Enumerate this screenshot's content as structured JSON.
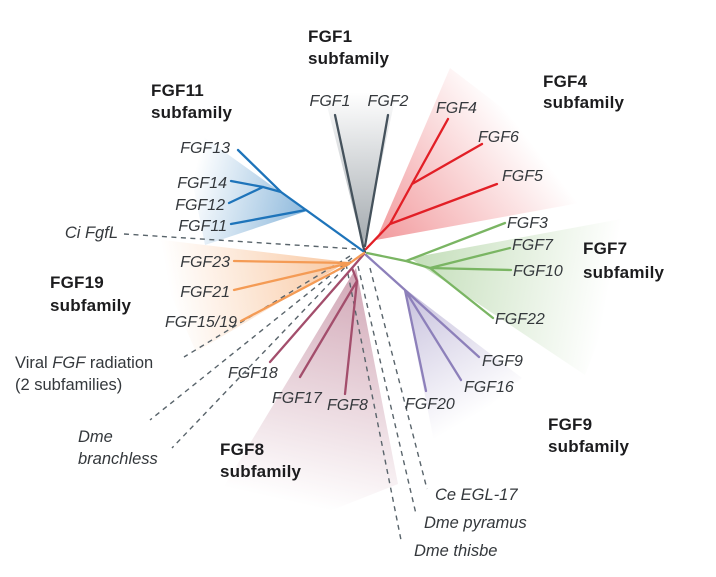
{
  "colors": {
    "background": "#ffffff",
    "gene_text": "#34383c",
    "heading_text": "#1c1c1e",
    "dashed_line": "#59646b"
  },
  "tree": {
    "subfamilies": [
      {
        "name": "FGF1",
        "suffix": "subfamily",
        "color": "#45525c",
        "genes": [
          "FGF1",
          "FGF2"
        ]
      },
      {
        "name": "FGF4",
        "suffix": "subfamily",
        "color": "#e21f26",
        "genes": [
          "FGF4",
          "FGF6",
          "FGF5"
        ]
      },
      {
        "name": "FGF7",
        "suffix": "subfamily",
        "color": "#7ab563",
        "genes": [
          "FGF3",
          "FGF7",
          "FGF10",
          "FGF22"
        ]
      },
      {
        "name": "FGF9",
        "suffix": "subfamily",
        "color": "#8d80ba",
        "genes": [
          "FGF9",
          "FGF16",
          "FGF20"
        ]
      },
      {
        "name": "FGF8",
        "suffix": "subfamily",
        "color": "#a34e6c",
        "genes": [
          "FGF18",
          "FGF17",
          "FGF8"
        ]
      },
      {
        "name": "FGF19",
        "suffix": "subfamily",
        "color": "#f49b55",
        "genes": [
          "FGF23",
          "FGF21",
          "FGF15/19"
        ]
      },
      {
        "name": "FGF11",
        "suffix": "subfamily",
        "color": "#1e74ba",
        "genes": [
          "FGF13",
          "FGF14",
          "FGF12",
          "FGF11"
        ]
      }
    ],
    "outgroups": {
      "ci_fgfl": "Ci FgfL",
      "viral": {
        "pre": "Viral ",
        "italic": "FGF",
        "post": " radiation",
        "line2": "(2 subfamilies)"
      },
      "dme_branchless": {
        "line1": "Dme",
        "line2": "branchless"
      },
      "ce_egl17": "Ce EGL-17",
      "dme_pyramus": "Dme pyramus",
      "dme_thisbe": "Dme thisbe"
    }
  }
}
